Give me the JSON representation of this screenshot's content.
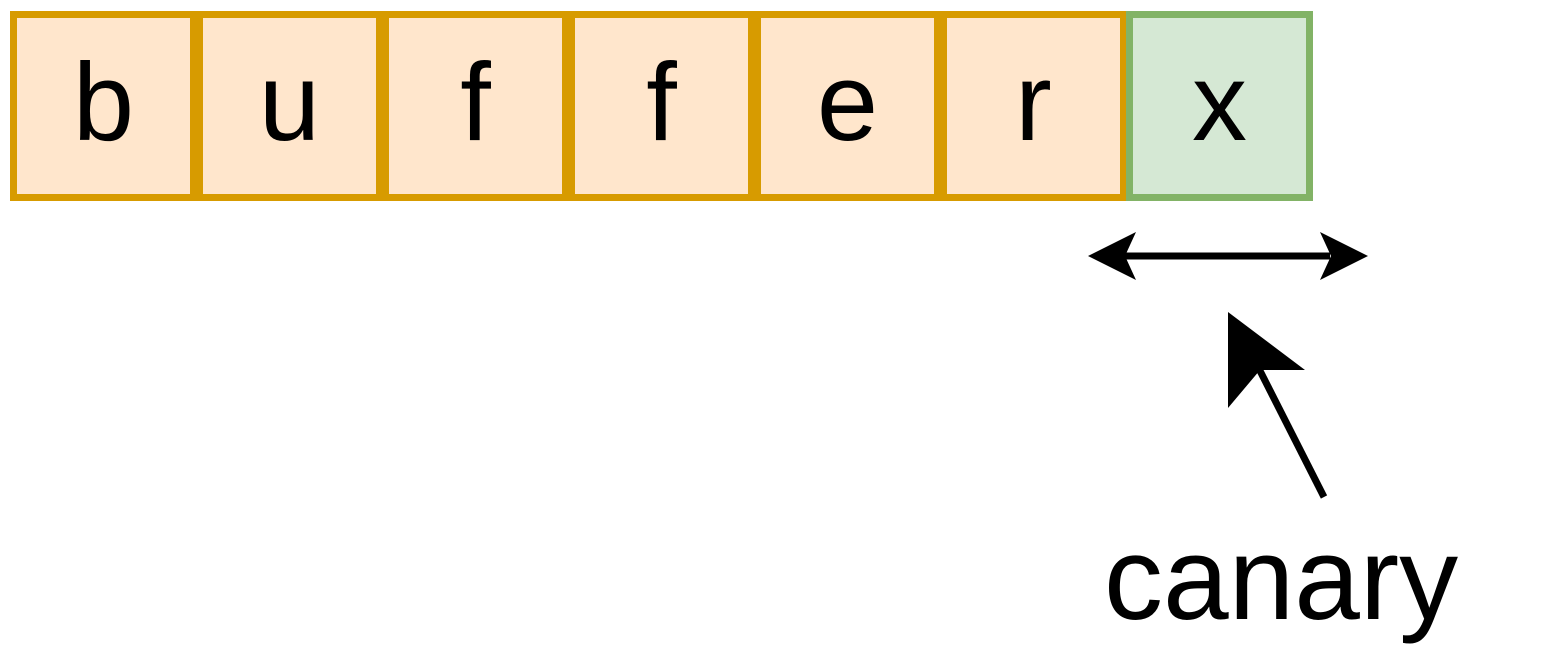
{
  "buffer": {
    "letters": [
      "b",
      "u",
      "f",
      "f",
      "e",
      "r"
    ]
  },
  "canary": {
    "cell_value": "x",
    "label": "canary"
  },
  "colors": {
    "buffer_fill": "#ffe6cc",
    "buffer_border": "#d79b00",
    "canary_fill": "#d5e8d4",
    "canary_border": "#82b366",
    "arrow": "#000000"
  }
}
